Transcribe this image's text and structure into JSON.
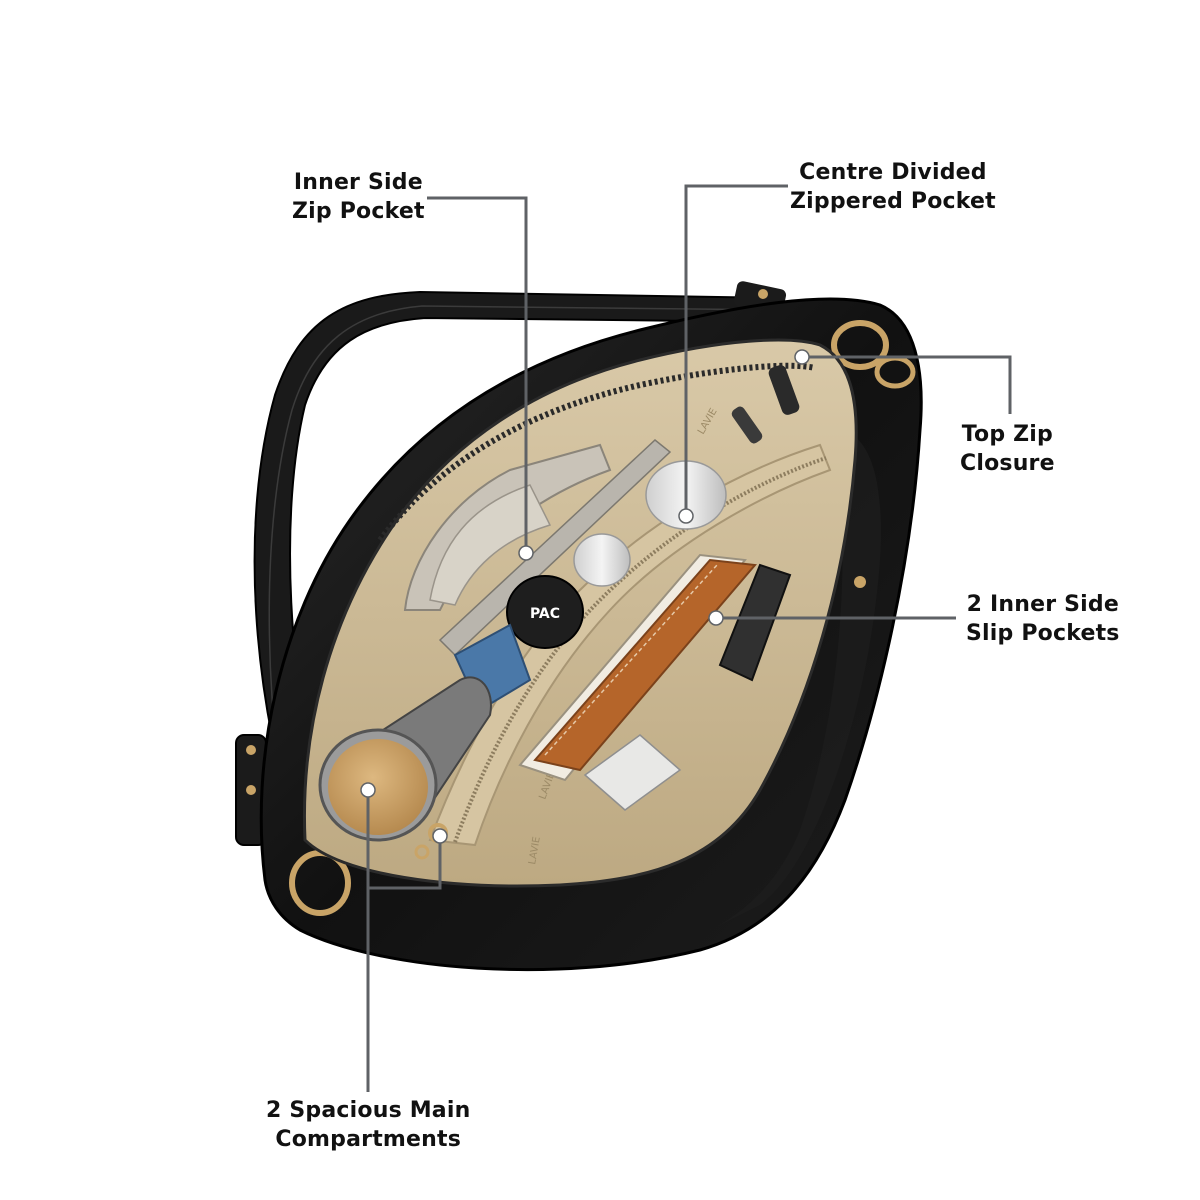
{
  "callouts": {
    "inner_side_zip": {
      "line1": "Inner Side",
      "line2": "Zip Pocket"
    },
    "centre_divided": {
      "line1": "Centre Divided",
      "line2": "Zippered Pocket"
    },
    "top_zip": {
      "line1": "Top Zip",
      "line2": "Closure"
    },
    "slip_pockets": {
      "line1": "2 Inner Side",
      "line2": "Slip Pockets"
    },
    "main_compartments": {
      "line1": "2 Spacious Main",
      "line2": "Compartments"
    }
  },
  "item_text": {
    "bottle_logo": "PAC",
    "lining_print": "LAVIE"
  },
  "colors": {
    "leader_line": "#5f6266",
    "bag_leather": "#141414",
    "lining": "#cdbb98",
    "hardware": "#c9a467",
    "notebook": "#b5652a",
    "bamboo_lid": "#c8a06a"
  }
}
